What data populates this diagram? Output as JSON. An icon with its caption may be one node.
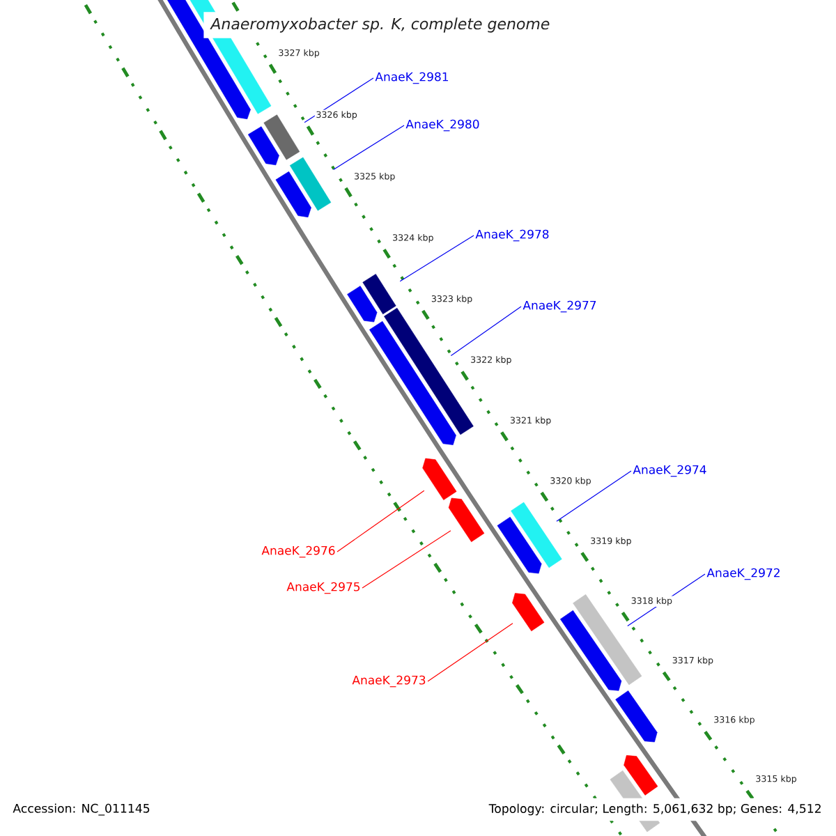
{
  "diagram": {
    "title": "Anaeromyxobacter sp. K, complete genome",
    "nodes": [
      {
        "text": [
          "AnaeK_2981"
        ]
      },
      {
        "text": [],
        "shape": "box"
      },
      {
        "text": [
          "AnaeK_2980"
        ]
      },
      {
        "text": [],
        "shape": "box"
      },
      {
        "text": [
          "AnaeK_2978"
        ]
      },
      {
        "text": [],
        "shape": "box"
      },
      {
        "text": [
          "AnaeK_2977"
        ]
      },
      {
        "text": [],
        "shape": "box"
      },
      {
        "text": [
          "AnaeK_2974"
        ]
      },
      {
        "text": [],
        "shape": "box"
      },
      {
        "text": [
          "AnaeK_2976"
        ]
      },
      {
        "text": [],
        "shape": "arrow"
      },
      {
        "text": [
          "AnaeK_2975"
        ]
      },
      {
        "text": [],
        "shape": "arrow"
      },
      {
        "text": [
          "AnaeK_2972"
        ]
      },
      {
        "text": [],
        "shape": "box"
      },
      {
        "text": [
          "AnaeK_2973"
        ]
      },
      {
        "text": [],
        "shape": "arrow"
      },
      {
        "text": [],
        "shape": "arrow"
      },
      {
        "text": [],
        "shape": "box"
      },
      {
        "text": [],
        "shape": "arrow"
      },
      {
        "text": [],
        "shape": "arrow"
      },
      {
        "text": [],
        "shape": "arrow"
      },
      {
        "text": [],
        "shape": "arrow"
      },
      {
        "text": [],
        "shape": "arrow"
      },
      {
        "text": [],
        "shape": "arrow"
      },
      {
        "text": [],
        "shape": "arrow"
      },
      {
        "text": [],
        "shape": "arrow"
      },
      {
        "text": [],
        "shape": "box"
      }
    ],
    "edges": [
      {
        "from": 0,
        "to": 1,
        "arrow": "none"
      },
      {
        "from": 2,
        "to": 3,
        "arrow": "none"
      },
      {
        "from": 4,
        "to": 5,
        "arrow": "none"
      },
      {
        "from": 6,
        "to": 7,
        "arrow": "none"
      },
      {
        "from": 8,
        "to": 9,
        "arrow": "none"
      },
      {
        "from": 10,
        "to": 11,
        "arrow": "none",
        "color": "#ff0000"
      },
      {
        "from": 12,
        "to": 13,
        "arrow": "none",
        "color": "#ff0000"
      },
      {
        "from": 14,
        "to": 15,
        "arrow": "none"
      },
      {
        "from": 16,
        "to": 17,
        "arrow": "none",
        "color": "#ff0000"
      }
    ],
    "labels": [
      "3327 kbp",
      "3326 kbp",
      "3325 kbp",
      "3324 kbp",
      "3323 kbp",
      "3322 kbp",
      "3321 kbp",
      "3320 kbp",
      "3319 kbp",
      "3318 kbp",
      "3317 kbp",
      "3316 kbp",
      "3315 kbp",
      "Accession: NC_011145",
      "Topology: circular; Length: 5,061,632 bp; Genes: 4,512"
    ]
  }
}
